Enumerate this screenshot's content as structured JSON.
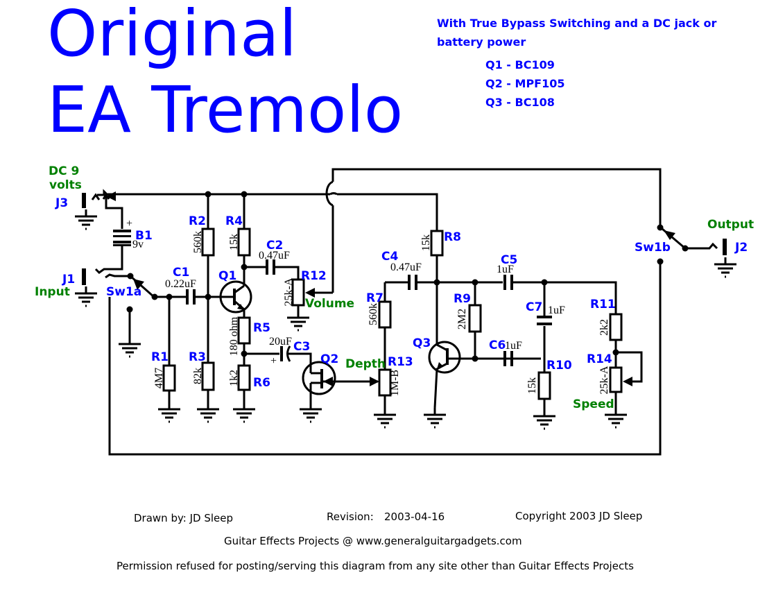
{
  "title": {
    "line1": "Original",
    "line2": "EA Tremolo"
  },
  "notes": {
    "bypass1": "With True Bypass Switching and a DC jack or",
    "bypass2": "battery power",
    "q1": "Q1 - BC109",
    "q2": "Q2 - MPF105",
    "q3": "Q3 - BC108"
  },
  "labels": {
    "dc": "DC 9",
    "volts": "volts",
    "input": "Input",
    "output": "Output",
    "volume": "Volume",
    "depth": "Depth",
    "speed": "Speed"
  },
  "parts": {
    "J1": "J1",
    "J2": "J2",
    "J3": "J3",
    "B1": {
      "ref": "B1",
      "value": "9v"
    },
    "Sw1a": "Sw1a",
    "Sw1b": "Sw1b",
    "R1": {
      "ref": "R1",
      "value": "4M7"
    },
    "R2": {
      "ref": "R2",
      "value": "560k"
    },
    "R3": {
      "ref": "R3",
      "value": "82k"
    },
    "R4": {
      "ref": "R4",
      "value": "15k"
    },
    "R5": {
      "ref": "R5",
      "value": "180 ohm"
    },
    "R6": {
      "ref": "R6",
      "value": "1k2"
    },
    "R7": {
      "ref": "R7",
      "value": "560k"
    },
    "R8": {
      "ref": "R8",
      "value": "15k"
    },
    "R9": {
      "ref": "R9",
      "value": "2M2"
    },
    "R10": {
      "ref": "R10",
      "value": "15k"
    },
    "R11": {
      "ref": "R11",
      "value": "2k2"
    },
    "R12": {
      "ref": "R12",
      "value": "25k-A"
    },
    "R13": {
      "ref": "R13",
      "value": "1M-B"
    },
    "R14": {
      "ref": "R14",
      "value": "25k-A"
    },
    "C1": {
      "ref": "C1",
      "value": "0.22uF"
    },
    "C2": {
      "ref": "C2",
      "value": "0.47uF"
    },
    "C3": {
      "ref": "C3",
      "value": "20uF"
    },
    "C4": {
      "ref": "C4",
      "value": "0.47uF"
    },
    "C5": {
      "ref": "C5",
      "value": "1uF"
    },
    "C6": {
      "ref": "C6",
      "value": "1uF"
    },
    "C7": {
      "ref": "C7",
      "value": "1uF"
    },
    "Q1": "Q1",
    "Q2": "Q2",
    "Q3": "Q3"
  },
  "footer": {
    "drawn": "Drawn by: JD Sleep",
    "revision_label": "Revision:",
    "revision": "2003-04-16",
    "copyright": "Copyright 2003 JD Sleep",
    "site": "Guitar Effects Projects @ www.generalguitargadgets.com",
    "permission": "Permission refused for posting/serving this diagram from any site other than Guitar Effects Projects"
  }
}
